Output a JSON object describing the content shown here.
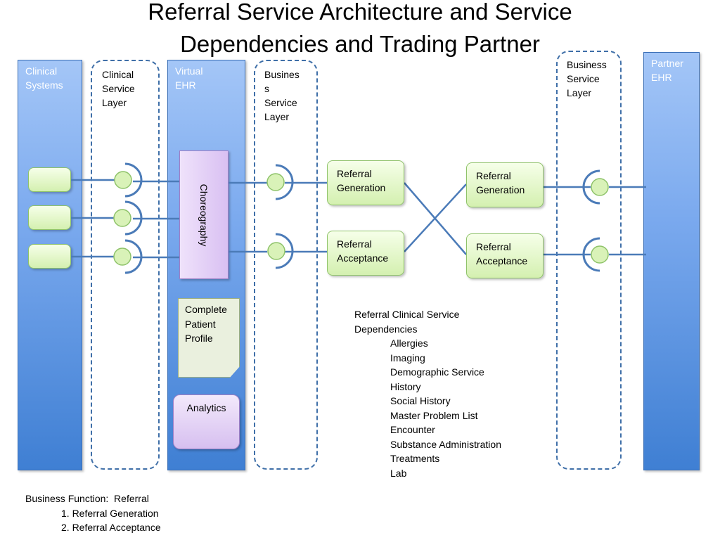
{
  "title_line1": "Referral Service Architecture and Service",
  "title_line2": "Dependencies and Trading Partner",
  "clinical_systems": "Clinical\nSystems",
  "clinical_service_layer": "Clinical\nService\nLayer",
  "virtual_ehr": "Virtual\nEHR",
  "business_service_layer_left": "Busines\ns\nService\nLayer",
  "business_service_layer_right": "Business\nService\nLayer",
  "partner_ehr": "Partner\nEHR",
  "choreography": "Choreography",
  "complete_patient_profile": "Complete\nPatient\nProfile",
  "analytics": "Analytics",
  "left_referral_generation": "Referral\nGeneration",
  "left_referral_acceptance": "Referral\nAcceptance",
  "right_referral_generation": "Referral\nGeneration",
  "right_referral_acceptance": "Referral\nAcceptance",
  "dependencies": {
    "heading": "Referral Clinical Service\nDependencies",
    "items": [
      "Allergies",
      "Imaging",
      "Demographic Service",
      "History",
      "Social History",
      "Master Problem List",
      "Encounter",
      "Substance Administration",
      "Treatments",
      "Lab"
    ]
  },
  "business_function": {
    "heading": "Business Function:  Referral",
    "items": [
      "1. Referral Generation",
      "2. Referral Acceptance"
    ]
  },
  "colors": {
    "connector": "#4b7bb8",
    "node_fill": "#d9f2b8"
  }
}
